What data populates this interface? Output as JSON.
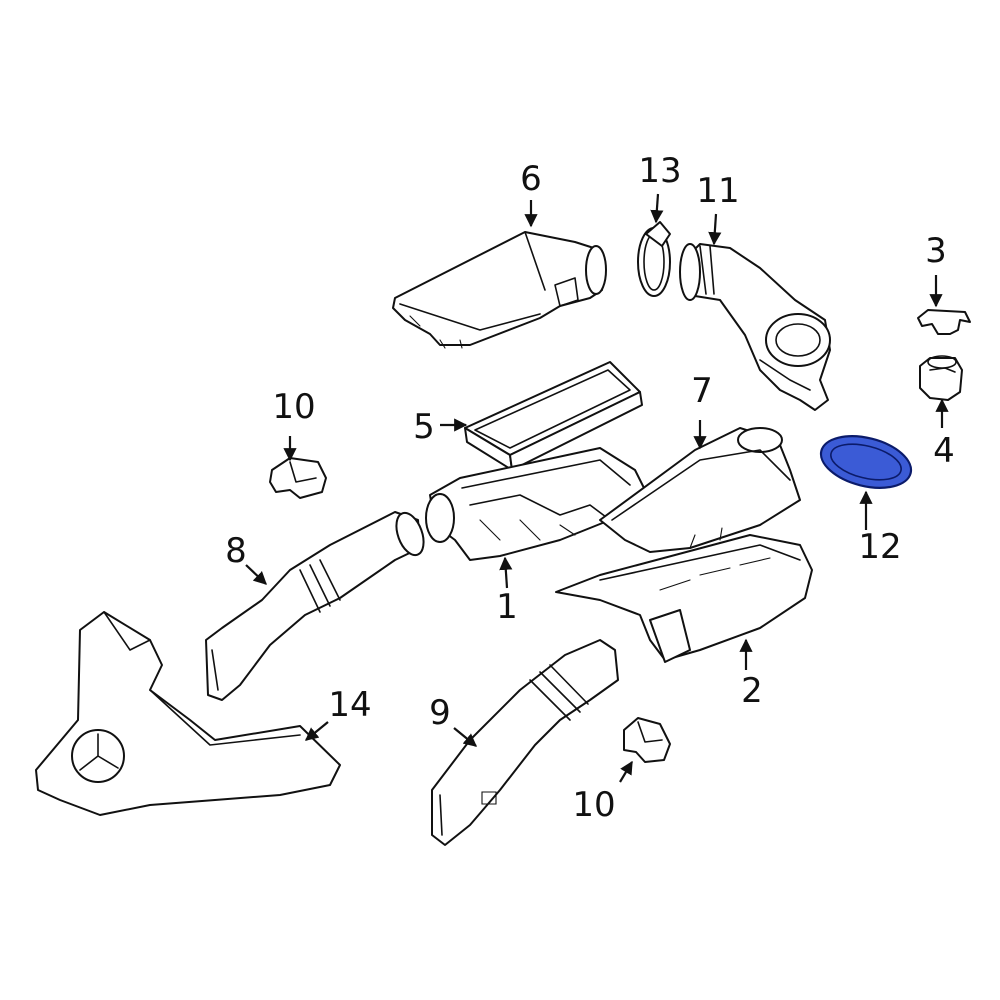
{
  "labels": {
    "p1": "1",
    "p2": "2",
    "p3": "3",
    "p4": "4",
    "p5": "5",
    "p6": "6",
    "p7": "7",
    "p8": "8",
    "p9": "9",
    "p10a": "10",
    "p10b": "10",
    "p11": "11",
    "p12": "12",
    "p13": "13",
    "p14": "14"
  },
  "colors": {
    "highlight": "#3b5bd6",
    "line": "#111111",
    "background": "#ffffff"
  }
}
